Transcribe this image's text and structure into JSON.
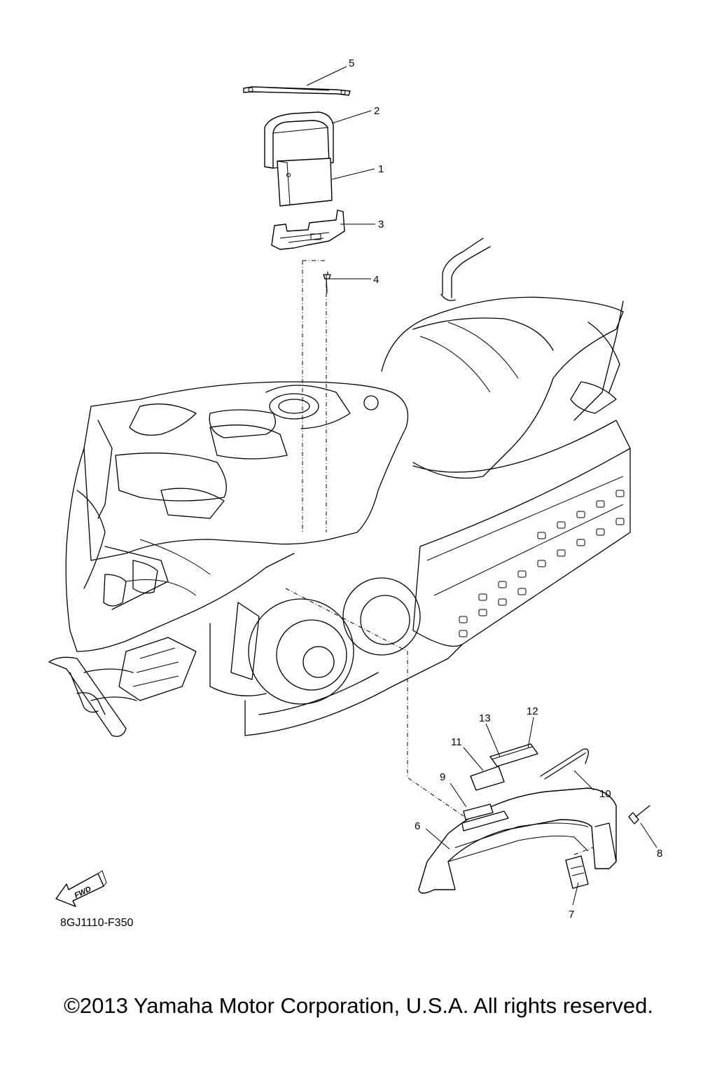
{
  "diagram": {
    "callouts": [
      "1",
      "2",
      "3",
      "4",
      "5",
      "6",
      "7",
      "8",
      "9",
      "10",
      "11",
      "12",
      "13"
    ],
    "fwd_label": "FWD",
    "figure_code": "8GJ1110-F350",
    "copyright": "©2013 Yamaha Motor Corporation, U.S.A. All rights reserved."
  }
}
